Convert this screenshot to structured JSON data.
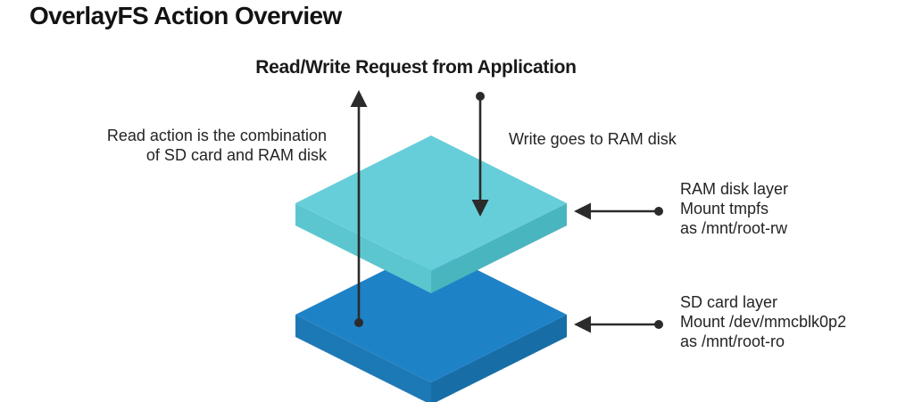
{
  "title": "OverlayFS Action Overview",
  "subtitle": "Read/Write Request from Application",
  "notes": {
    "read_line1": "Read action is the combination",
    "read_line2": "of SD card and RAM disk",
    "write": "Write goes to RAM disk"
  },
  "layers": [
    {
      "lines": [
        "RAM disk layer",
        "Mount tmpfs",
        "as /mnt/root-rw"
      ],
      "colors": {
        "top": "#66ced9",
        "side_left": "#5cc6cf",
        "side_right": "#49b5bf"
      }
    },
    {
      "lines": [
        "SD card layer",
        "Mount /dev/mmcblk0p2",
        "as /mnt/root-ro"
      ],
      "colors": {
        "top": "#1e82c6",
        "side_left": "#1d79b6",
        "side_right": "#176da6"
      }
    }
  ],
  "colors": {
    "background": "#ffffff",
    "text": "#242424",
    "arrow": "#2b2b2b"
  }
}
